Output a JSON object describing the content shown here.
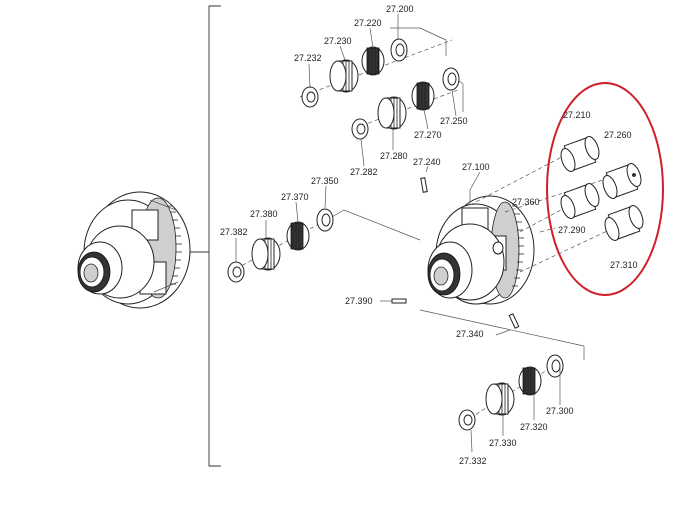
{
  "diagram": {
    "labels": {
      "p27200": "27.200",
      "p27220": "27.220",
      "p27230": "27.230",
      "p27232": "27.232",
      "p27270": "27.270",
      "p27250": "27.250",
      "p27280": "27.280",
      "p27282": "27.282",
      "p27240": "27.240",
      "p27100": "27.100",
      "p27350": "27.350",
      "p27370": "27.370",
      "p27380": "27.380",
      "p27382": "27.382",
      "p27390": "27.390",
      "p27340": "27.340",
      "p27360": "27.360",
      "p27290": "27.290",
      "p27210": "27.210",
      "p27260": "27.260",
      "p27310": "27.310",
      "p27300": "27.300",
      "p27320": "27.320",
      "p27330": "27.330",
      "p27332": "27.332"
    },
    "highlight_color": "#d0202a",
    "line_color": "#333333"
  }
}
